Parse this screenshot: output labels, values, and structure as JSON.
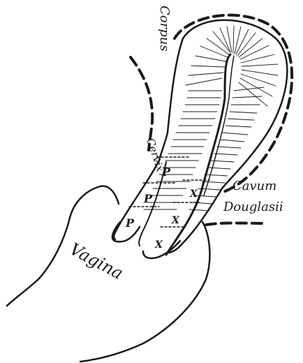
{
  "labels": {
    "corpus": "Corpus",
    "cervix": "Cervix",
    "cavum": "Cavum",
    "douglasii": "Douglasii",
    "vagina": "Vagina",
    "p_anterior_1": "P",
    "p_anterior_2": "P",
    "p_anterior_3": "P",
    "x_posterior_1": "X",
    "x_posterior_2": "X",
    "x_posterior_3": "X"
  },
  "colors": {
    "ink": "#1a1a1a",
    "paper": "#ffffff"
  }
}
